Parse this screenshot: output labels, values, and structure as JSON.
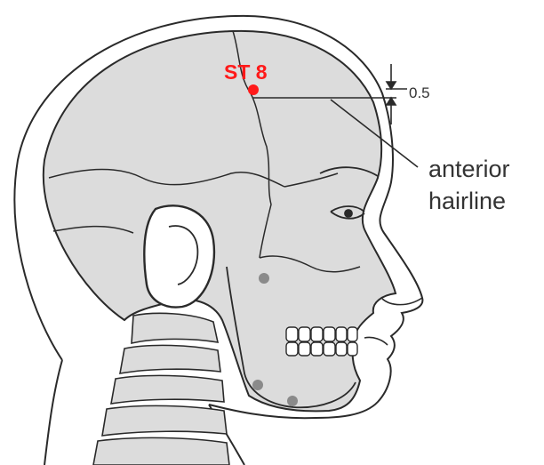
{
  "point": {
    "label": "ST 8",
    "color": "#ff1a1a"
  },
  "measurement": {
    "value": "0.5"
  },
  "annotation": {
    "line1": "anterior",
    "line2": "hairline"
  },
  "colors": {
    "skull_fill": "#dcdcdc",
    "outline": "#2a2a2a",
    "text": "#333333",
    "bone_detail": "#8a8a8a"
  }
}
